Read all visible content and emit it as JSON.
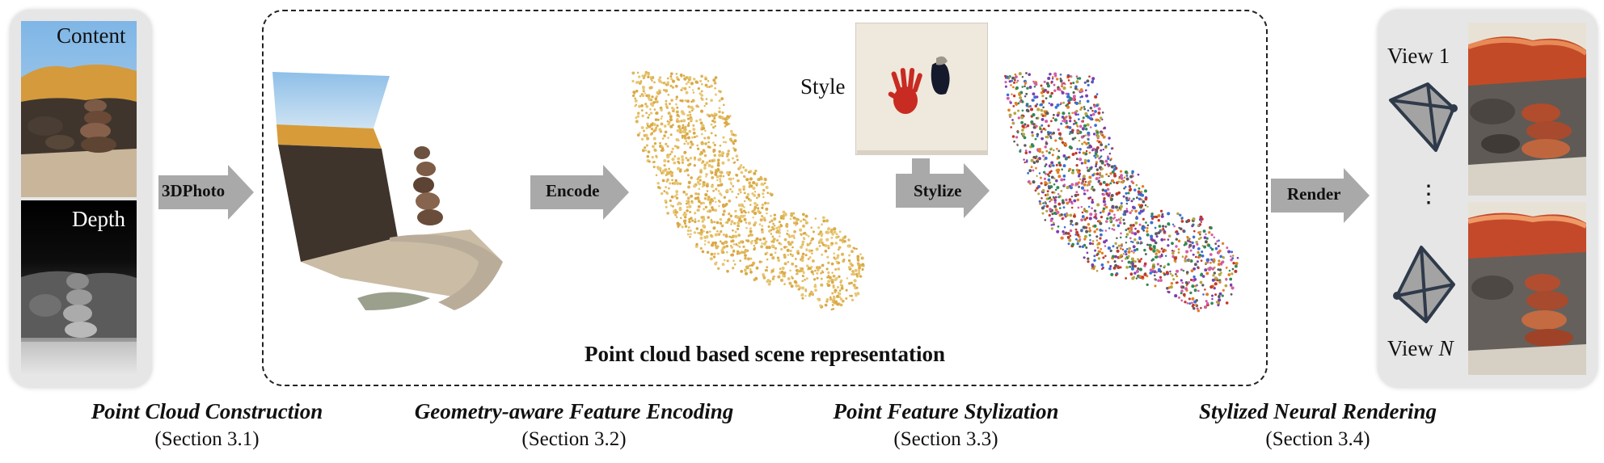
{
  "inputs": {
    "content_label": "Content",
    "depth_label": "Depth"
  },
  "arrows": {
    "photo3d": "3DPhoto",
    "encode": "Encode",
    "stylize": "Stylize",
    "render": "Render"
  },
  "style_label": "Style",
  "scene_caption": "Point cloud based scene representation",
  "views": {
    "view1": "View 1",
    "ellipsis": "⋮",
    "viewN_prefix": "View ",
    "viewN_var": "N"
  },
  "stages": [
    {
      "title": "Point Cloud Construction",
      "section": "(Section 3.1)"
    },
    {
      "title": "Geometry-aware Feature Encoding",
      "section": "(Section 3.2)"
    },
    {
      "title": "Point Feature Stylization",
      "section": "(Section 3.3)"
    },
    {
      "title": "Stylized Neural Rendering",
      "section": "(Section 3.4)"
    }
  ],
  "colors": {
    "arrow_gray": "#a9a9a9",
    "feature_points": "#e0b65a",
    "panel_bg": "#e6e6e6"
  }
}
